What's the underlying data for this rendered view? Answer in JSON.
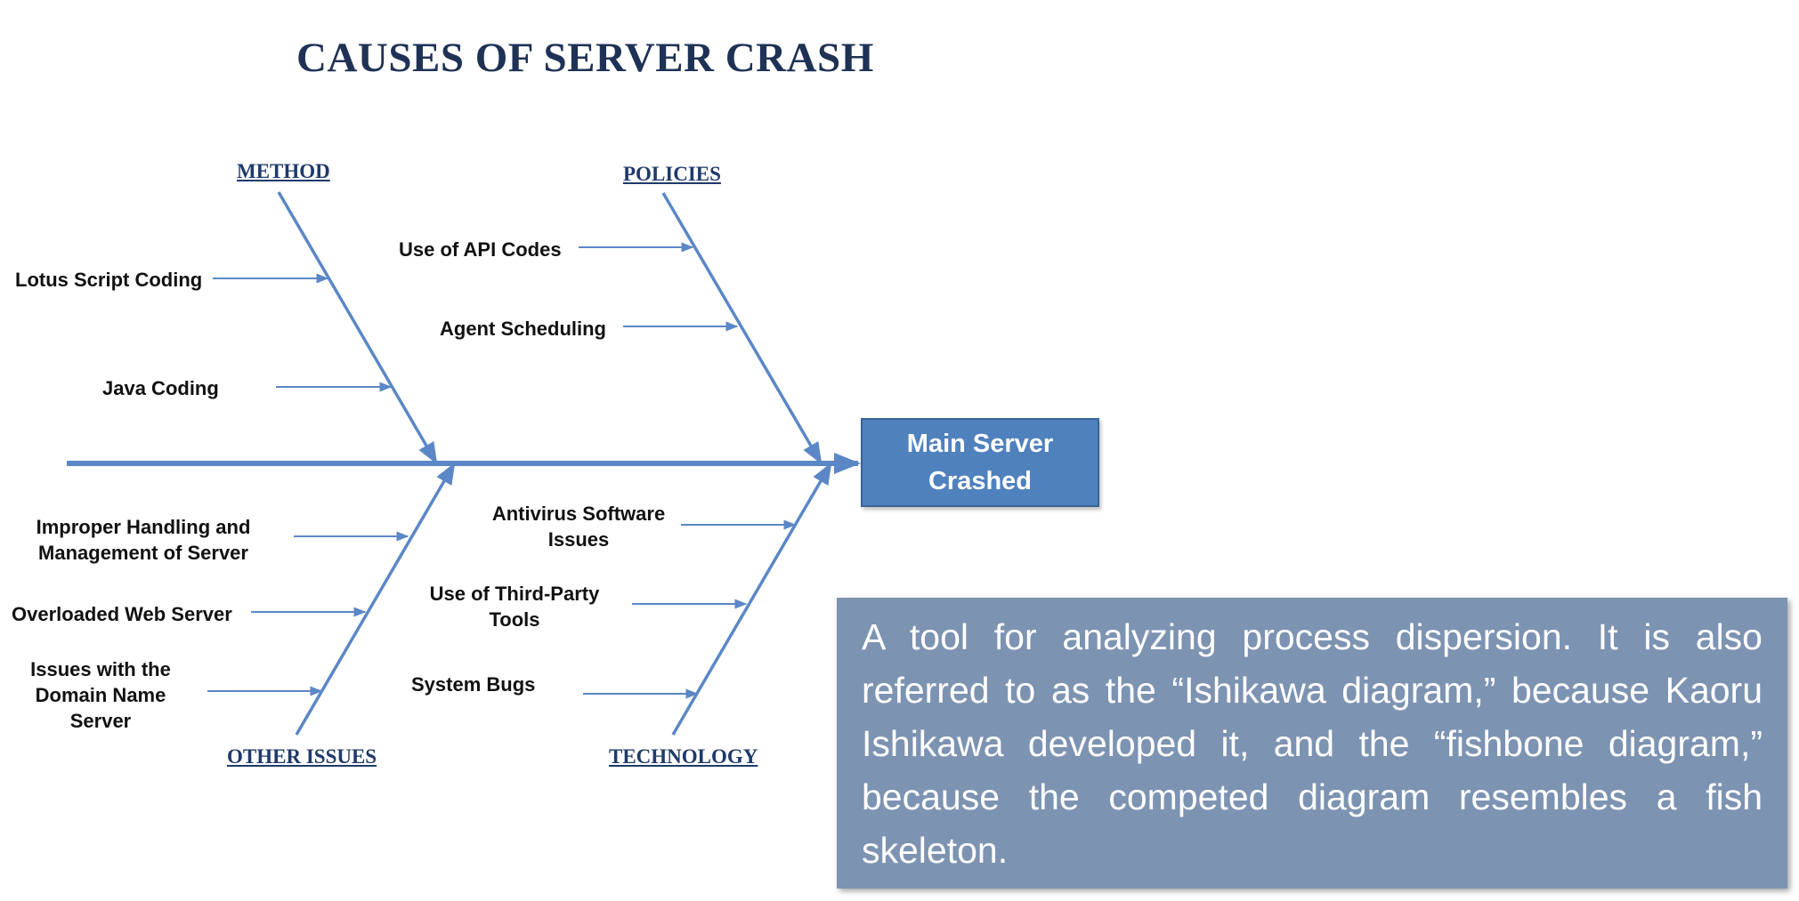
{
  "title": "CAUSES OF SERVER CRASH",
  "effect": {
    "label": "Main Server Crashed"
  },
  "categories": {
    "method": "METHOD",
    "policies": "POLICIES",
    "other_issues": "OTHER ISSUES",
    "technology": "TECHNOLOGY"
  },
  "causes": {
    "method": [
      "Lotus Script Coding",
      "Java Coding"
    ],
    "policies": [
      "Use of API Codes",
      "Agent Scheduling"
    ],
    "other_issues": [
      "Improper Handling and Management of Server",
      "Overloaded Web Server",
      "Issues with the Domain Name Server"
    ],
    "technology": [
      "Antivirus Software Issues",
      "Use of Third-Party Tools",
      "System Bugs"
    ]
  },
  "note": "A tool for analyzing process dispersion. It is also referred to as the “Ishikawa diagram,” because Kaoru Ishikawa developed it, and the “fishbone diagram,” because the competed diagram resembles a fish skeleton.",
  "colors": {
    "bone": "#5b87c6",
    "effect_box": "#4f81bd",
    "note_box": "#7d93b2",
    "title": "#1f3255"
  }
}
